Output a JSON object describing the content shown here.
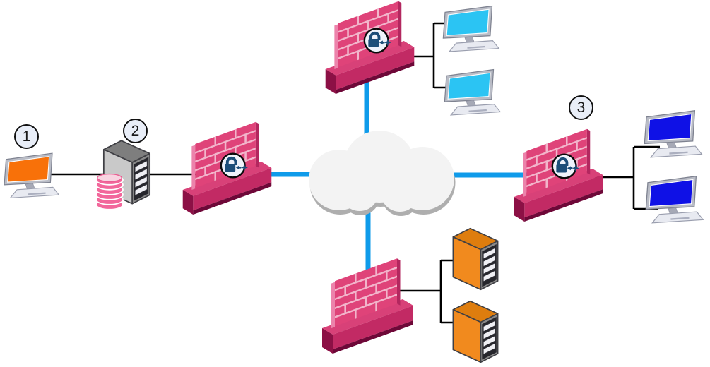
{
  "diagram": {
    "kind": "network-vpn-topology-diagram",
    "labels": [
      {
        "text": "1",
        "attached_to": "workstation-1"
      },
      {
        "text": "2",
        "attached_to": "database-server"
      },
      {
        "text": "3",
        "attached_to": "firewall-right"
      }
    ],
    "nodes": [
      {
        "id": "workstation-1",
        "kind": "workstation",
        "label": "1",
        "screen": "orange"
      },
      {
        "id": "database-server",
        "kind": "server-with-database",
        "label": "2"
      },
      {
        "id": "firewall-left",
        "kind": "firewall",
        "vpn_lock": true
      },
      {
        "id": "cloud",
        "kind": "network-cloud"
      },
      {
        "id": "firewall-top",
        "kind": "firewall",
        "vpn_lock": true
      },
      {
        "id": "workstation-cyan-1",
        "kind": "workstation",
        "screen": "cyan"
      },
      {
        "id": "workstation-cyan-2",
        "kind": "workstation",
        "screen": "cyan"
      },
      {
        "id": "firewall-right",
        "kind": "firewall",
        "label": "3",
        "vpn_lock": true
      },
      {
        "id": "workstation-blue-1",
        "kind": "workstation",
        "screen": "blue"
      },
      {
        "id": "workstation-blue-2",
        "kind": "workstation",
        "screen": "blue"
      },
      {
        "id": "firewall-bottom",
        "kind": "firewall",
        "vpn_lock": false
      },
      {
        "id": "server-orange-1",
        "kind": "rack-server",
        "color": "orange"
      },
      {
        "id": "server-orange-2",
        "kind": "rack-server",
        "color": "orange"
      }
    ],
    "connections": [
      {
        "from": "workstation-1",
        "to": "database-server",
        "style": "black-thin"
      },
      {
        "from": "database-server",
        "to": "firewall-left",
        "style": "black-thin"
      },
      {
        "from": "firewall-left",
        "to": "cloud",
        "style": "blue-thick"
      },
      {
        "from": "cloud",
        "to": "firewall-top",
        "style": "blue-thick"
      },
      {
        "from": "cloud",
        "to": "firewall-right",
        "style": "blue-thick"
      },
      {
        "from": "cloud",
        "to": "firewall-bottom",
        "style": "blue-thick"
      },
      {
        "from": "firewall-top",
        "to": "workstation-cyan-1",
        "style": "black-thin"
      },
      {
        "from": "firewall-top",
        "to": "workstation-cyan-2",
        "style": "black-thin"
      },
      {
        "from": "firewall-right",
        "to": "workstation-blue-1",
        "style": "black-thin"
      },
      {
        "from": "firewall-right",
        "to": "workstation-blue-2",
        "style": "black-thin"
      },
      {
        "from": "firewall-bottom",
        "to": "server-orange-1",
        "style": "black-thin"
      },
      {
        "from": "firewall-bottom",
        "to": "server-orange-2",
        "style": "black-thin"
      }
    ],
    "colors": {
      "link_blue": "#0F9BEA",
      "link_black": "#000000",
      "firewall_wall": "#DF4379",
      "firewall_mortar": "#F2B5CB",
      "firewall_edge": "#EC83AB",
      "firewall_base_top": "#D84178",
      "firewall_base_front": "#C22A64",
      "firewall_base_end": "#8C1045",
      "firewall_base_shadow": "#6E0838",
      "badge_fill": "#EFF3FB",
      "badge_ring": "#0A0A0A",
      "lock_navy": "#1D4E79",
      "cloud_fill": "#F3F3F3",
      "cloud_shadow": "#AEAEAE",
      "screen_orange": "#F87109",
      "screen_cyan": "#2BC4F3",
      "screen_blue": "#0F11E6",
      "monitor_bezel": "#B9BCC6",
      "monitor_base": "#E8EAF1",
      "server_gray_front": "#C9C9C9",
      "server_gray_top": "#7E7E7E",
      "server_orange_front": "#F18A1E",
      "server_orange_top": "#DE7D0E",
      "rack_frame": "#26262C",
      "rack_slat": "#EFEFF4",
      "db_ring": "#F2679B",
      "db_top": "#F8D4E1",
      "label_circle_fill": "#E9EEF8",
      "label_circle_border": "#111111"
    }
  }
}
